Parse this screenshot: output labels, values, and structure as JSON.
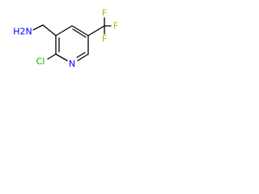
{
  "molecule": {
    "atoms": {
      "amine": "H2N",
      "chlorine": "Cl",
      "ring_nitrogen": "N",
      "fluorine_top": "F",
      "fluorine_right": "F",
      "fluorine_bottom": "F"
    },
    "colors": {
      "nitrogen": "#0000ff",
      "chlorine": "#00b000",
      "fluorine": "#b8b800",
      "bond": "#000000"
    }
  }
}
